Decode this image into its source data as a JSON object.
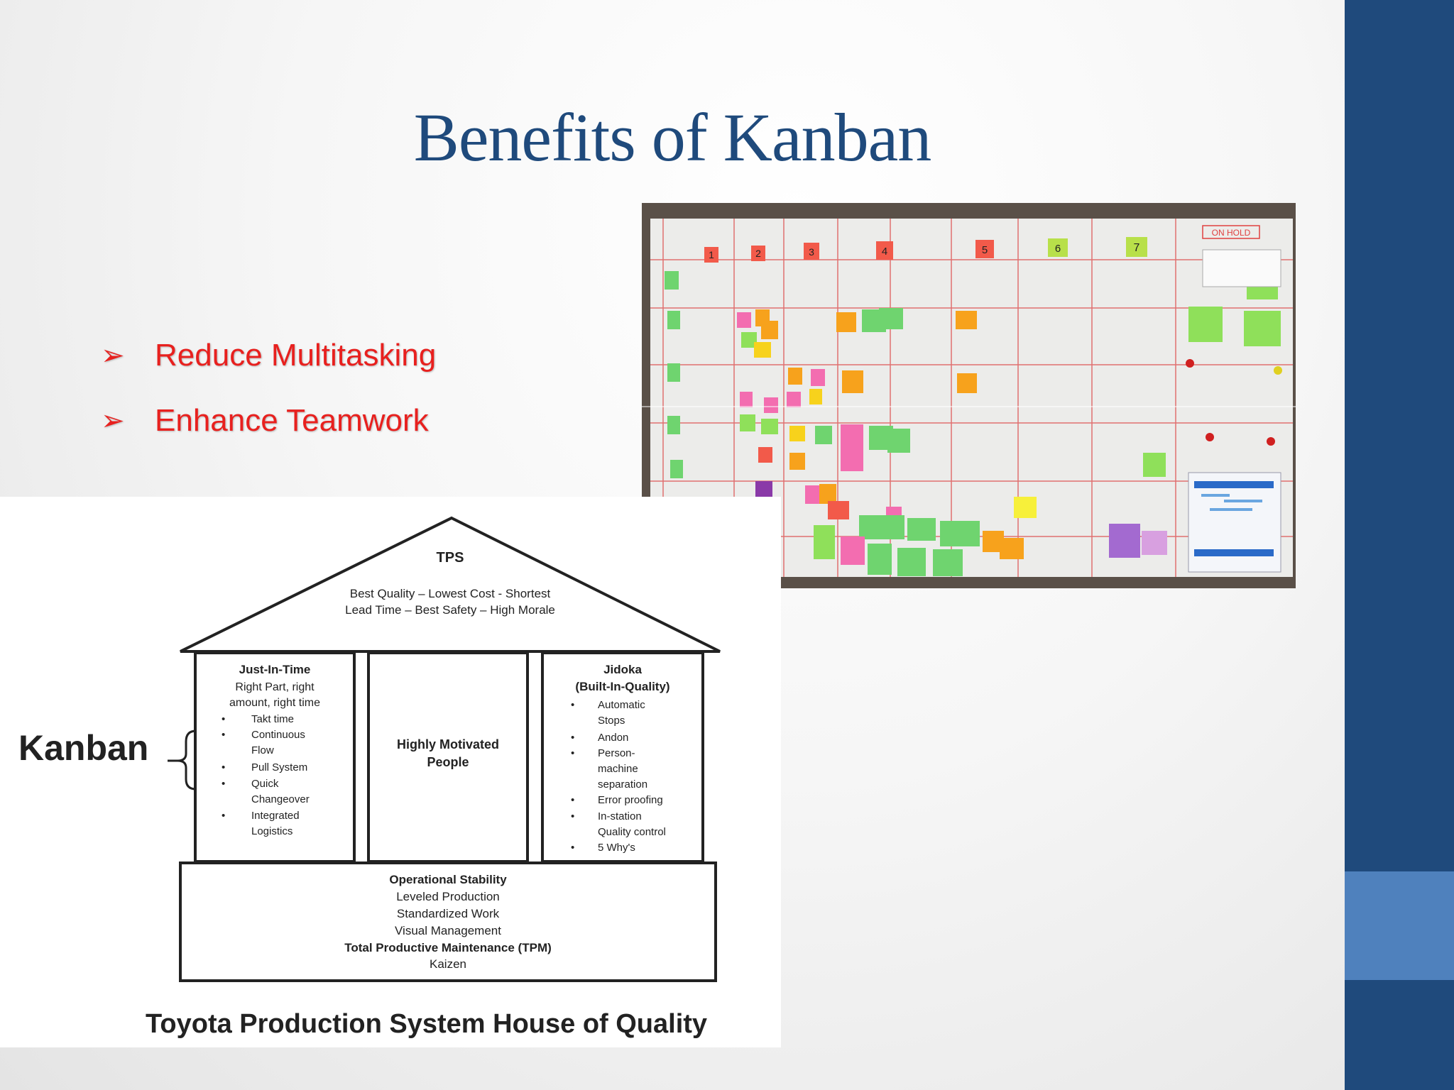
{
  "slide": {
    "title": "Benefits of Kanban",
    "bullet_marker": "➢",
    "bullets": [
      "Reduce Multitasking",
      "Enhance Teamwork"
    ],
    "colors": {
      "title": "#1f4a7c",
      "bullets": "#e8201e",
      "sidebar": "#1f4a7c",
      "sidebar_accent": "#4f81bd"
    }
  },
  "board_photo": {
    "column_numbers": [
      "1",
      "2",
      "3",
      "4",
      "5",
      "6",
      "7"
    ],
    "on_hold_label": "ON HOLD"
  },
  "house": {
    "roof_title": "TPS",
    "roof_line1": "Best Quality – Lowest Cost - Shortest",
    "roof_line2": "Lead Time – Best Safety – High Morale",
    "left_title": "Just-In-Time",
    "left_sub1": "Right Part, right",
    "left_sub2": "amount, right time",
    "left_items": [
      "Takt time",
      "Continuous",
      "Flow",
      "Pull System",
      "Quick",
      "Changeover",
      "Integrated",
      "Logistics"
    ],
    "middle_line1": "Highly Motivated",
    "middle_line2": "People",
    "right_title1": "Jidoka",
    "right_title2": "(Built-In-Quality)",
    "right_items": [
      "Automatic",
      "Stops",
      "Andon",
      "Person-",
      "machine",
      "separation",
      "Error proofing",
      "In-station",
      "Quality control",
      "5 Why's"
    ],
    "base_title": "Operational Stability",
    "base_lines": [
      "Leveled Production",
      "Standardized Work",
      "Visual Management"
    ],
    "base_bold": "Total Productive Maintenance (TPM)",
    "base_last": "Kaizen",
    "kanban_label": "Kanban",
    "caption": "Toyota Production System House of Quality"
  }
}
